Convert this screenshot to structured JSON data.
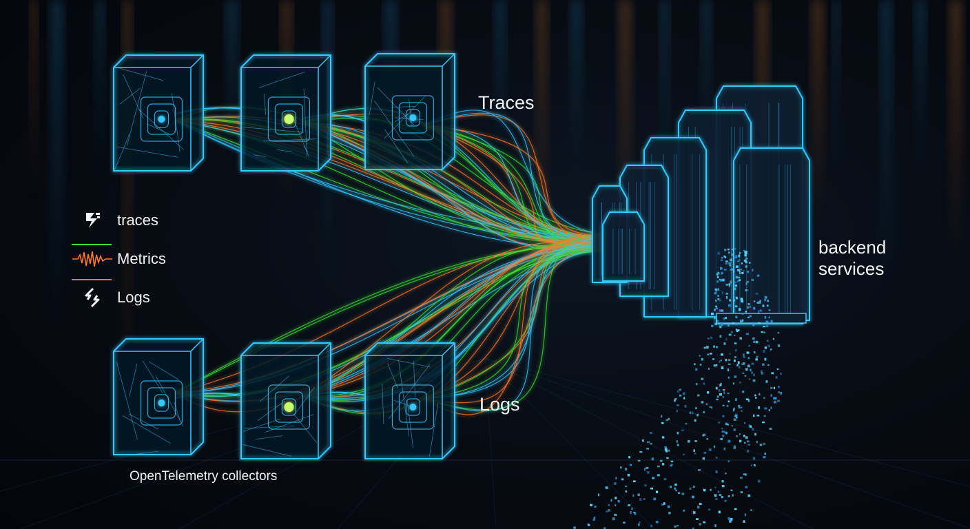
{
  "labels": {
    "traces": "Traces",
    "logs": "Logs",
    "backend": "backend services",
    "collectors": "OpenTelemetry collectors"
  },
  "legend": {
    "items": [
      {
        "label": "traces",
        "icon": "traces-icon"
      },
      {
        "label": "Metrics",
        "icon": "metrics-wave-icon"
      },
      {
        "label": "Logs",
        "icon": "logs-icon"
      }
    ]
  },
  "colors": {
    "background": "#05080d",
    "cyan": "#38c8ff",
    "green": "#3fe03a",
    "orange": "#ff7a2e",
    "text": "#f2f5f8"
  }
}
